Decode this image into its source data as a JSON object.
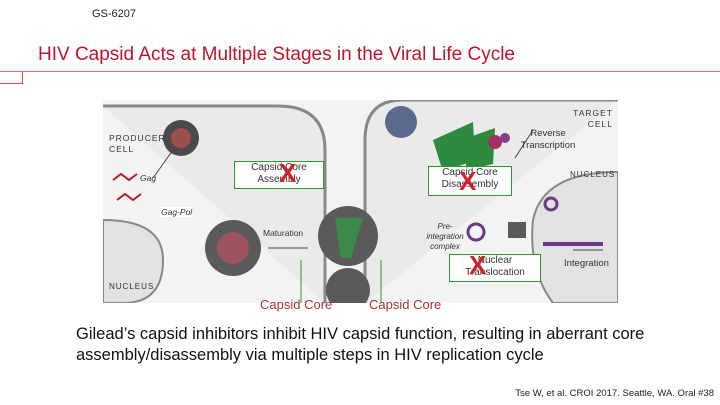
{
  "slide_code": "GS-6207",
  "title": "HIV Capsid Acts at Multiple Stages in the Viral Life Cycle",
  "diagram": {
    "producer_cell": "PRODUCER CELL",
    "target_cell": "TARGET CELL",
    "nucleus_left": "NUCLEUS",
    "nucleus_right": "NUCLEUS",
    "gag": "Gag",
    "gag_pol": "Gag-Pol",
    "maturation": "Maturation",
    "reverse_transcription": "Reverse Transcription",
    "pre_integration_complex": "Pre-integration complex",
    "integration": "Integration",
    "capsid_core_assembly": "Capsid Core Assembly",
    "capsid_core_disassembly": "Capsid Core Disassembly",
    "nuclear_translocation": "Nuclear Translocation",
    "block_mark": "X"
  },
  "capsid_core_left": "Capsid Core",
  "capsid_core_right": "Capsid Core",
  "statement": "Gilead’s capsid inhibitors inhibit HIV capsid function, resulting in aberrant core assembly/disassembly via multiple steps in HIV replication cycle",
  "citation": "Tse W, et al. CROI 2017. Seattle, WA. Oral #38",
  "colors": {
    "title": "#c0142c",
    "block": "#d0232e",
    "highlight_box": "#2a9a2a",
    "capsid_text": "#a33333"
  }
}
